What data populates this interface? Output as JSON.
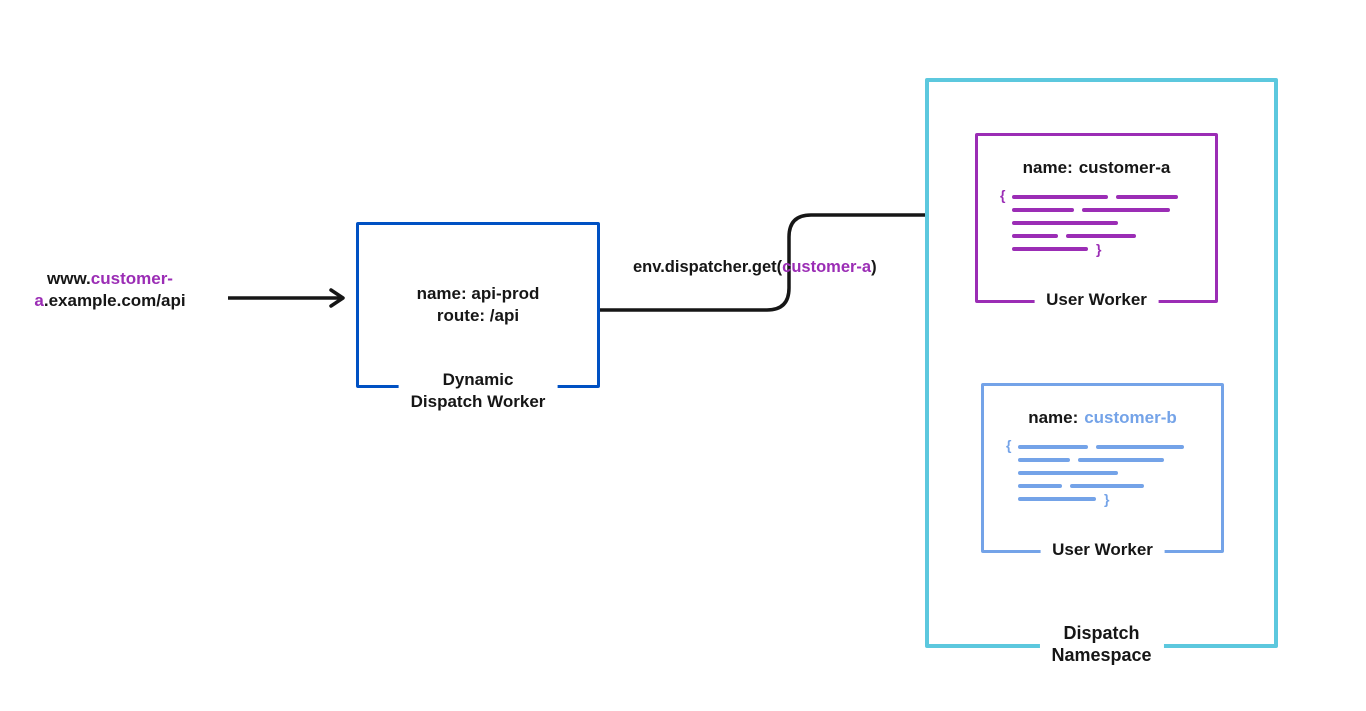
{
  "colors": {
    "ink": "#161616",
    "blue": "#0051c3",
    "purple": "#9b2db5",
    "cyan": "#5cc8de",
    "cornflower": "#74a3e8",
    "background": "#ffffff"
  },
  "request_url": {
    "line1_plain": "www.",
    "line1_accent": "customer-",
    "line2_accent": "a",
    "line2_plain": ".example.com/api"
  },
  "dispatch_worker": {
    "name_line": "name: api-prod",
    "route_line": "route: /api",
    "label_line1": "Dynamic",
    "label_line2": "Dispatch Worker"
  },
  "dispatcher_call": {
    "prefix": "env.dispatcher.get(",
    "accent": "customer-a",
    "suffix": ")"
  },
  "namespace": {
    "label_line1": "Dispatch",
    "label_line2": "Namespace"
  },
  "worker_a": {
    "name_label": "name:",
    "name_value": "customer-a",
    "label": "User Worker",
    "open_brace": "{",
    "close_brace": "}",
    "code_rows": [
      [
        96,
        62
      ],
      [
        62,
        88
      ],
      [
        106
      ],
      [
        46,
        70
      ],
      [
        76
      ]
    ]
  },
  "worker_b": {
    "name_label": "name:",
    "name_value": "customer-b",
    "label": "User Worker",
    "open_brace": "{",
    "close_brace": "}",
    "code_rows": [
      [
        70,
        88
      ],
      [
        52,
        86
      ],
      [
        100
      ],
      [
        44,
        74
      ],
      [
        78
      ]
    ]
  }
}
